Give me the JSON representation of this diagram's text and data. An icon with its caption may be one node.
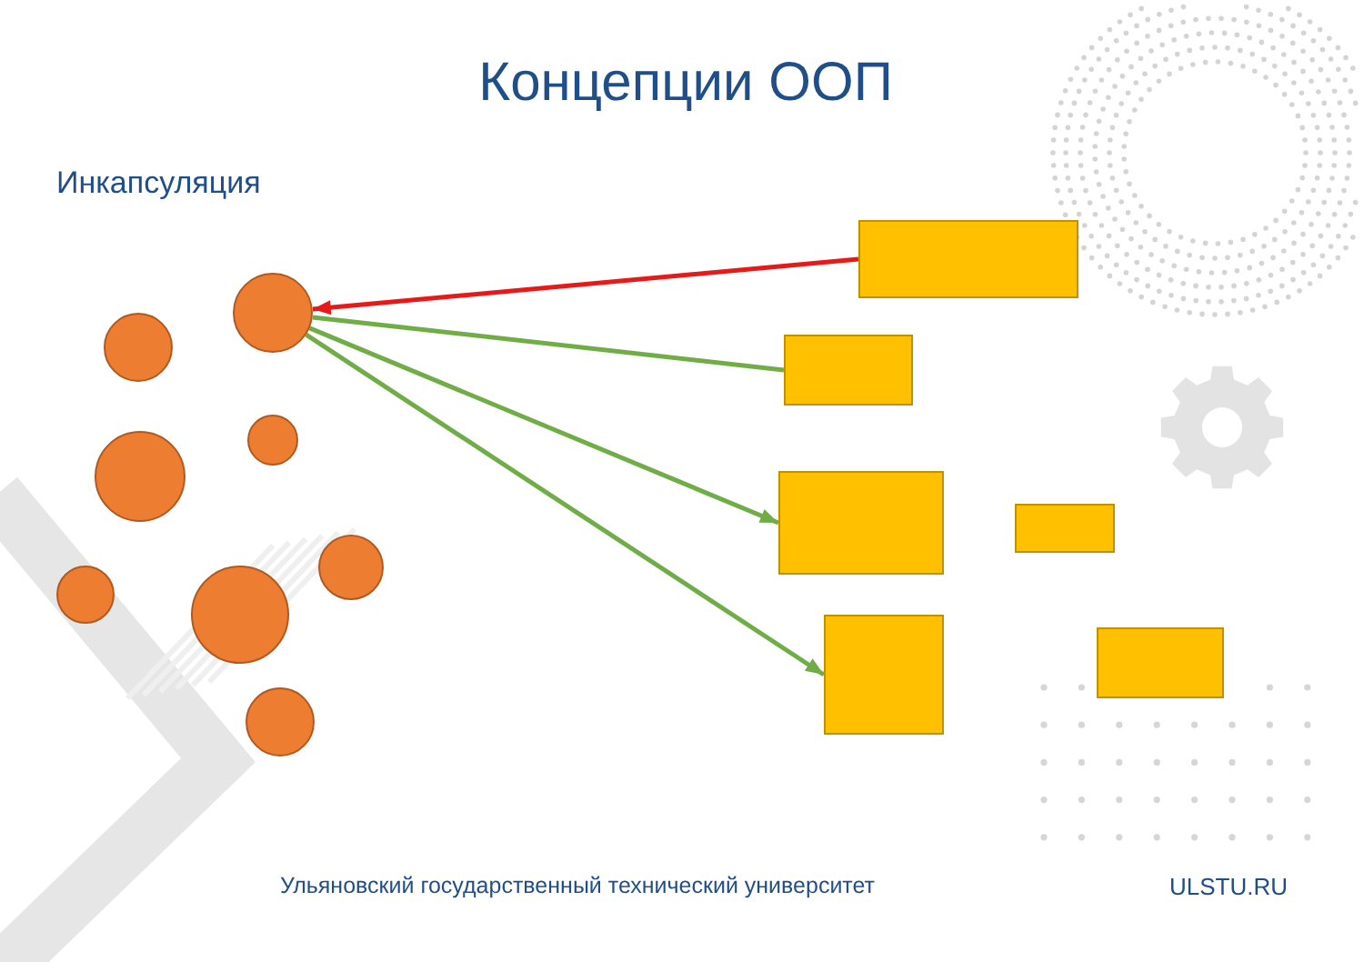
{
  "diagram": {
    "title": "Концепции ООП",
    "nodes": [
      {
        "text": [],
        "shape": "circle"
      },
      {
        "text": [],
        "shape": "circle"
      },
      {
        "text": [],
        "shape": "circle"
      },
      {
        "text": [],
        "shape": "circle"
      },
      {
        "text": [],
        "shape": "circle"
      },
      {
        "text": [],
        "shape": "circle"
      },
      {
        "text": [],
        "shape": "circle"
      },
      {
        "text": [],
        "shape": "circle"
      },
      {
        "text": [],
        "shape": "box"
      },
      {
        "text": [],
        "shape": "box"
      },
      {
        "text": [],
        "shape": "box"
      },
      {
        "text": [],
        "shape": "box"
      },
      {
        "text": [],
        "shape": "box"
      },
      {
        "text": [],
        "shape": "box"
      }
    ],
    "edges": [
      {
        "from": 8,
        "to": 0,
        "arrow": "to",
        "color": "#e81919"
      },
      {
        "from": 0,
        "to": 9,
        "arrow": "none"
      },
      {
        "from": 0,
        "to": 10,
        "arrow": "to"
      },
      {
        "from": 0,
        "to": 12,
        "arrow": "to"
      }
    ],
    "labels": [
      "Инкапсуляция",
      "Ульяновский государственный технический университет",
      "ULSTU.RU"
    ]
  }
}
